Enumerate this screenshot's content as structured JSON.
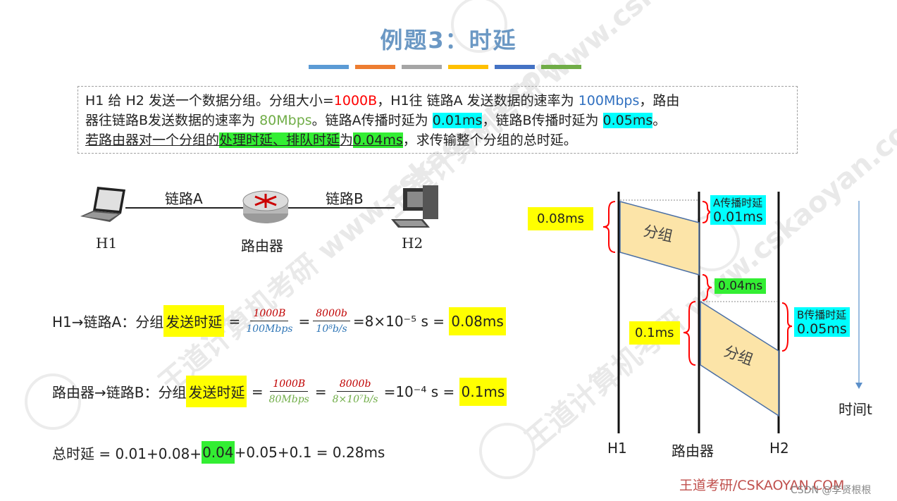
{
  "title": "例题3：时延",
  "color_bars": [
    "#5b9bd5",
    "#ed7d31",
    "#a5a5a5",
    "#ffc000",
    "#4472c4",
    "#70ad47"
  ],
  "problem": {
    "line1_a": "H1 给 H2 发送一个数据分组。分组大小=",
    "size": "1000B",
    "line1_b": "，H1往 链路A 发送数据的速率为 ",
    "rate_a": "100Mbps",
    "line1_c": "，路由",
    "line2_a": "器往链路B发送数据的速率为 ",
    "rate_b": "80Mbps",
    "line2_b": "。链路A传播时延为 ",
    "prop_a": "0.01ms",
    "line2_c": "，链路B传播时延为 ",
    "prop_b": "0.05ms",
    "line2_d": "。",
    "line3_a": "若路由器对一个分组的",
    "proc_queue": "处理时延、排队时延",
    "line3_b": "为",
    "proc_value": "0.04ms",
    "line3_c": "，求传输整个分组的总时延。"
  },
  "network": {
    "link_a": "链路A",
    "link_b": "链路B",
    "h1": "H1",
    "router": "路由器",
    "h2": "H2",
    "icons": [
      "laptop-icon",
      "router-icon",
      "desktop-computer-icon"
    ]
  },
  "equations": {
    "eq1": {
      "prefix": "H1→链路A：分组",
      "highlight": "发送时延",
      "frac1_num": "1000B",
      "frac1_den": "100Mbps",
      "frac2_num": "8000b",
      "frac2_den": "10⁸b/s",
      "result": "=8×10⁻⁵ s =",
      "answer": "0.08ms"
    },
    "eq2": {
      "prefix": "路由器→链路B：分组",
      "highlight": "发送时延",
      "frac1_num": "1000B",
      "frac1_den": "80Mbps",
      "frac2_num": "8000b",
      "frac2_den": "8×10⁷b/s",
      "result": "=10⁻⁴ s =",
      "answer": "0.1ms"
    },
    "total_a": "总时延 = 0.01+0.08+",
    "total_hl": "0.04",
    "total_b": "+0.05+0.1 = 0.28ms"
  },
  "timing": {
    "send_a": "0.08ms",
    "prop_a_label": "A传播时延",
    "prop_a_value": "0.01ms",
    "proc": "0.04ms",
    "send_b": "0.1ms",
    "prop_b_label": "B传播时延",
    "prop_b_value": "0.05ms",
    "packet": "分组",
    "time_label": "时间t",
    "h1": "H1",
    "router": "路由器",
    "h2": "H2"
  },
  "footer": "王道考研/CSKAOYAN.COM",
  "csdn_watermark": "CSDN @李贤根根",
  "bg_watermark": "王道计算机考研 www.cskaoyan.com"
}
